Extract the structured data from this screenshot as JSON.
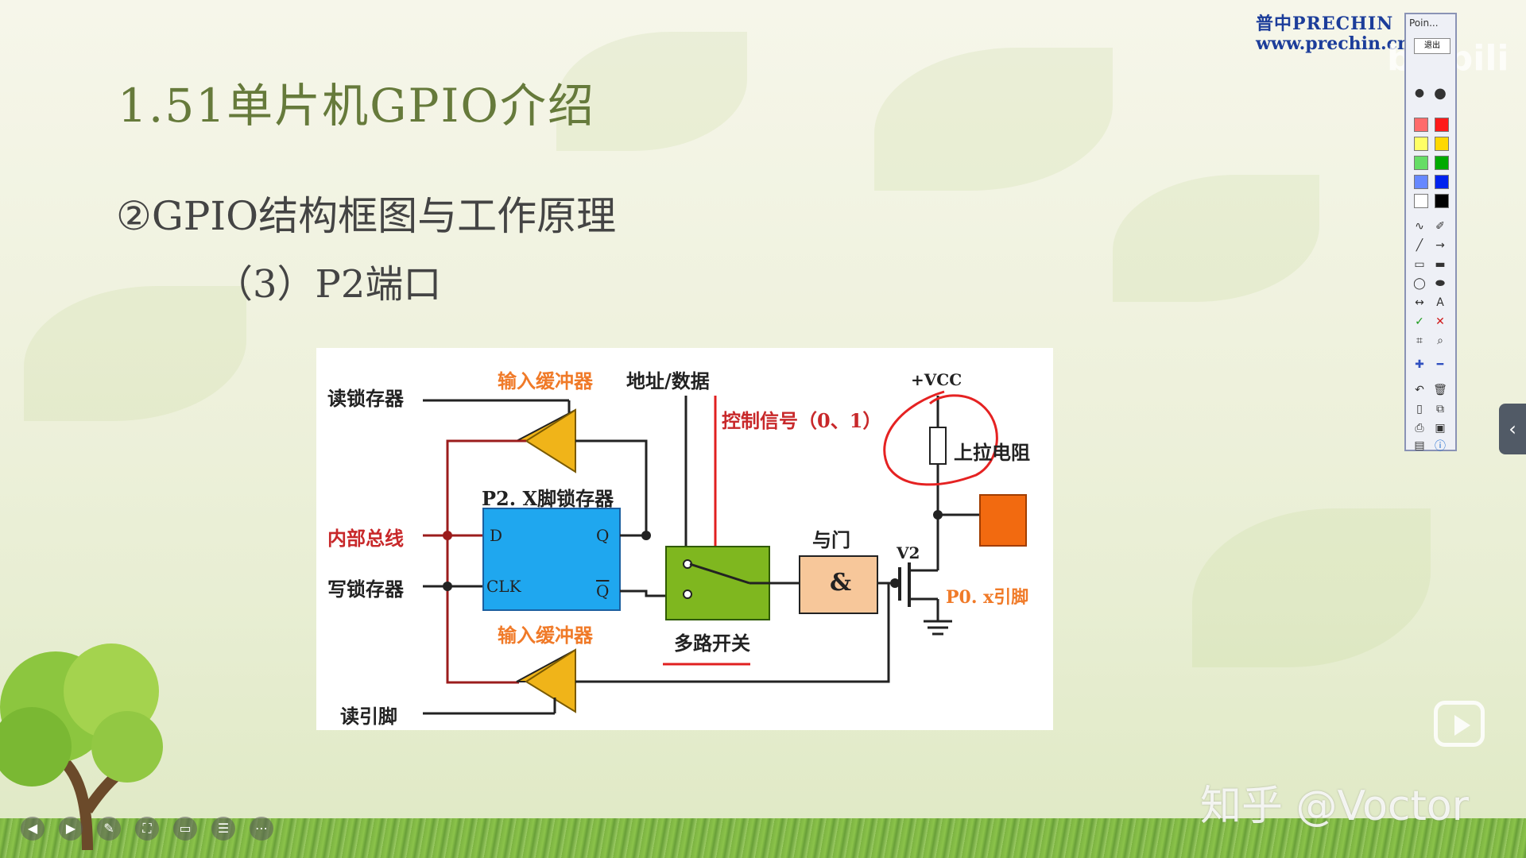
{
  "brand": {
    "name": "普中PRECHIN",
    "url": "www.prechin.cn"
  },
  "watermark_platform": "bilibili",
  "slide": {
    "title": "1.51单片机GPIO介绍",
    "subtitle": "②GPIO结构框图与工作原理",
    "subsection": "（3）P2端口"
  },
  "diagram": {
    "read_latch": "读锁存器",
    "input_buffer_top": "输入缓冲器",
    "addr_data": "地址/数据",
    "control_signal": "控制信号（0、1）",
    "vcc": "+VCC",
    "pullup": "上拉电阻",
    "latch_name": "P2. X脚锁存器",
    "internal_bus": "内部总线",
    "pin_d": "D",
    "pin_q": "Q",
    "and_gate_label": "与门",
    "v2": "V2",
    "write_latch": "写锁存器",
    "pin_clk": "CLK",
    "pin_qbar": "Q",
    "and_symbol": "&",
    "pin_label": "P0. x引脚",
    "input_buffer_bottom": "输入缓冲器",
    "mux": "多路开关",
    "read_pin": "读引脚"
  },
  "toolbox": {
    "title": "Poin...",
    "exit": "退出",
    "colors": [
      "#ff6b6b",
      "#ff1a1a",
      "#ffff66",
      "#ffd800",
      "#66dd66",
      "#00aa00",
      "#6688ff",
      "#0022ee",
      "#ffffff",
      "#000000"
    ]
  },
  "sidebar_toggle": "‹",
  "watermark_zhihu": "知乎 @Voctor",
  "controls": [
    "◀",
    "▶",
    "✎",
    "⛶",
    "▭",
    "☰",
    "⋯"
  ]
}
